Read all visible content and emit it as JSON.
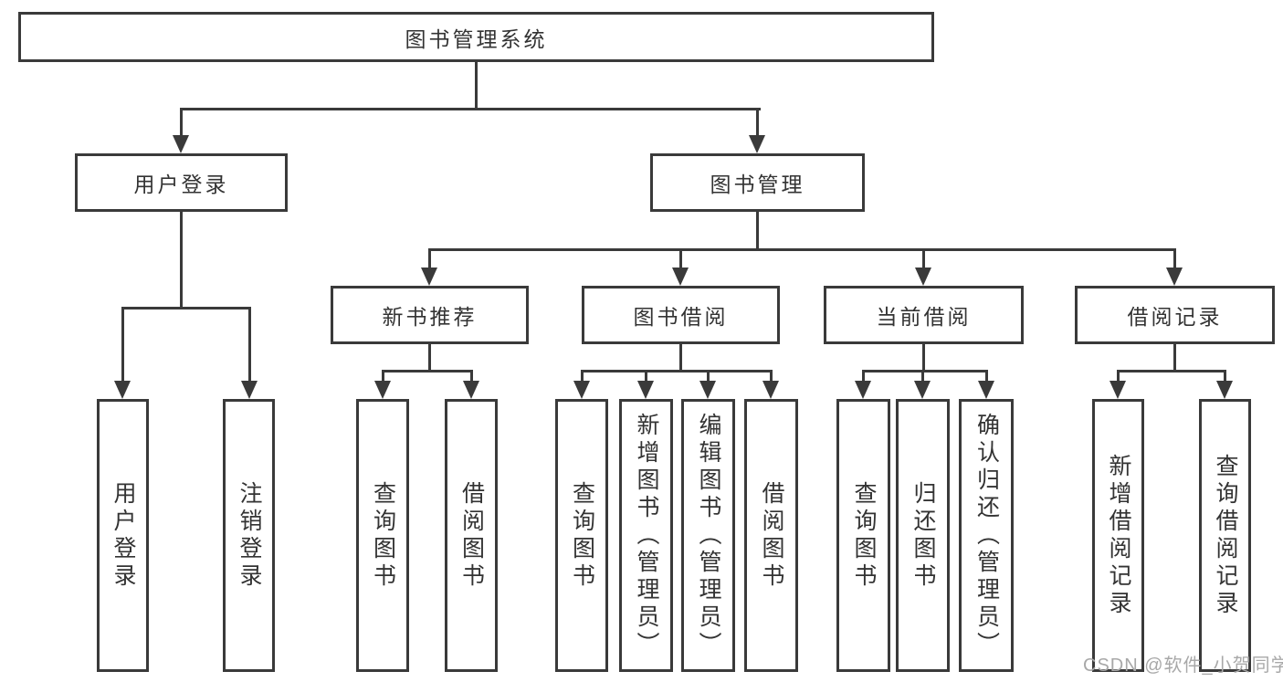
{
  "tree": {
    "root": {
      "label": "图书管理系统"
    },
    "branches": [
      {
        "label": "用户登录",
        "children": [
          {
            "label": "用户登录"
          },
          {
            "label": "注销登录"
          }
        ]
      },
      {
        "label": "图书管理",
        "sections": [
          {
            "label": "新书推荐",
            "children": [
              {
                "label": "查询图书"
              },
              {
                "label": "借阅图书"
              }
            ]
          },
          {
            "label": "图书借阅",
            "children": [
              {
                "label": "查询图书"
              },
              {
                "label": "新增图书（管理员）"
              },
              {
                "label": "编辑图书（管理员）"
              },
              {
                "label": "借阅图书"
              }
            ]
          },
          {
            "label": "当前借阅",
            "children": [
              {
                "label": "查询图书"
              },
              {
                "label": "归还图书"
              },
              {
                "label": "确认归还（管理员）"
              }
            ]
          },
          {
            "label": "借阅记录",
            "children": [
              {
                "label": "新增借阅记录"
              },
              {
                "label": "查询借阅记录"
              }
            ]
          }
        ]
      }
    ]
  },
  "watermark": {
    "text": "CSDN @软件_小贺同学"
  },
  "colors": {
    "line": "#3a3a3a",
    "box_border": "#3a3a3a",
    "text": "#333333",
    "watermark": "#a8a8a8",
    "background": "#ffffff"
  }
}
